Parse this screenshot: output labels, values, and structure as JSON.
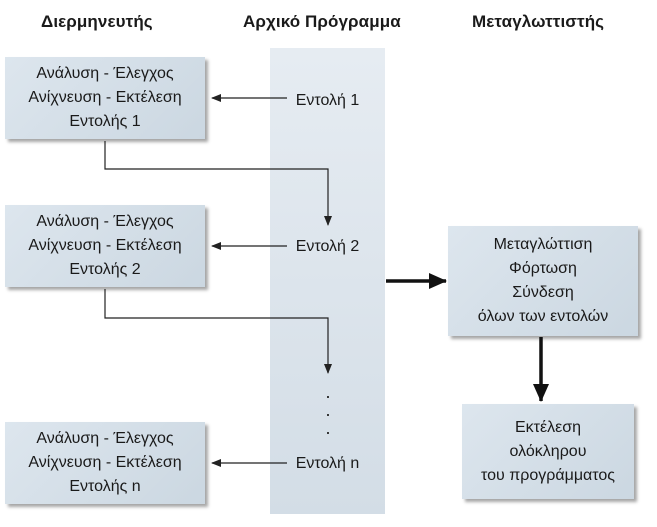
{
  "headings": {
    "interpreter": "Διερμηνευτής",
    "source": "Αρχικό Πρόγραμμα",
    "compiler": "Μεταγλωττιστής"
  },
  "interpreter_boxes": [
    {
      "line1": "Ανάλυση - Έλεγχος",
      "line2": "Ανίχνευση - Εκτέλεση",
      "line3": "Εντολής 1"
    },
    {
      "line1": "Ανάλυση - Έλεγχος",
      "line2": "Ανίχνευση - Εκτέλεση",
      "line3": "Εντολής 2"
    },
    {
      "line1": "Ανάλυση - Έλεγχος",
      "line2": "Ανίχνευση - Εκτέλεση",
      "line3": "Εντολής n"
    }
  ],
  "commands": [
    "Εντολή 1",
    "Εντολή 2",
    "Εντολή n"
  ],
  "ellipsis": "·",
  "compile_box": {
    "line1": "Μεταγλώττιση",
    "line2": "Φόρτωση",
    "line3": "Σύνδεση",
    "line4": "όλων των εντολών"
  },
  "execute_box": {
    "line1": "Εκτέλεση",
    "line2": "ολόκληρου",
    "line3": "του προγράμματος"
  }
}
